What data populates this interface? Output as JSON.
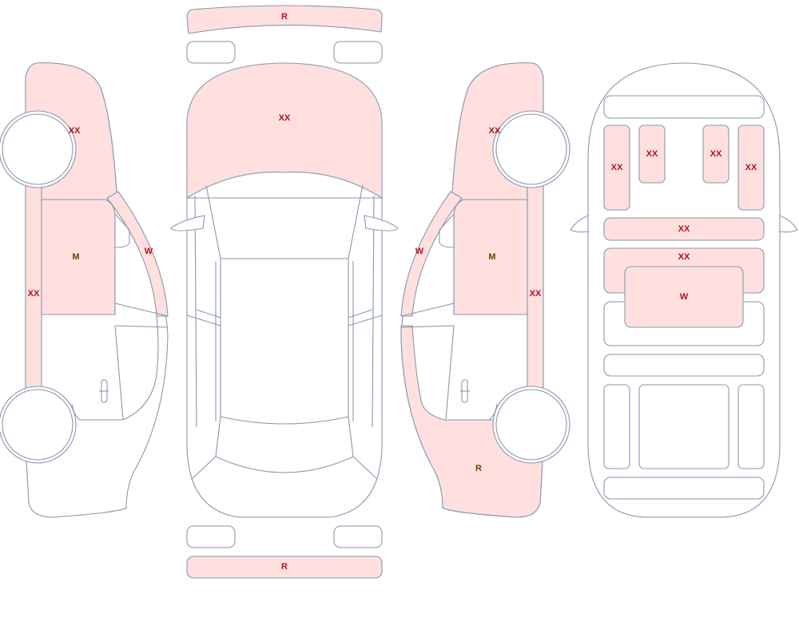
{
  "colors": {
    "damaged_panel_fill": "#ffe0df",
    "outline": "#8a97ad",
    "code_red": "#b3121c",
    "code_brown": "#7a3a00"
  },
  "labels": {
    "front_bumper": "R",
    "rear_bumper": "R",
    "hood": "XX",
    "left_front_fender": "XX",
    "left_front_door": "M",
    "left_windshield_pillar": "W",
    "left_rocker": "XX",
    "right_front_fender": "XX",
    "right_front_door": "M",
    "right_windshield_pillar": "W",
    "right_rocker": "XX",
    "right_quarter_panel": "R",
    "interior_seat_far_left": "XX",
    "interior_seat_left": "XX",
    "interior_seat_right": "XX",
    "interior_seat_far_right": "XX",
    "interior_dashboard": "XX",
    "interior_front_row": "XX",
    "interior_center_console": "W"
  }
}
